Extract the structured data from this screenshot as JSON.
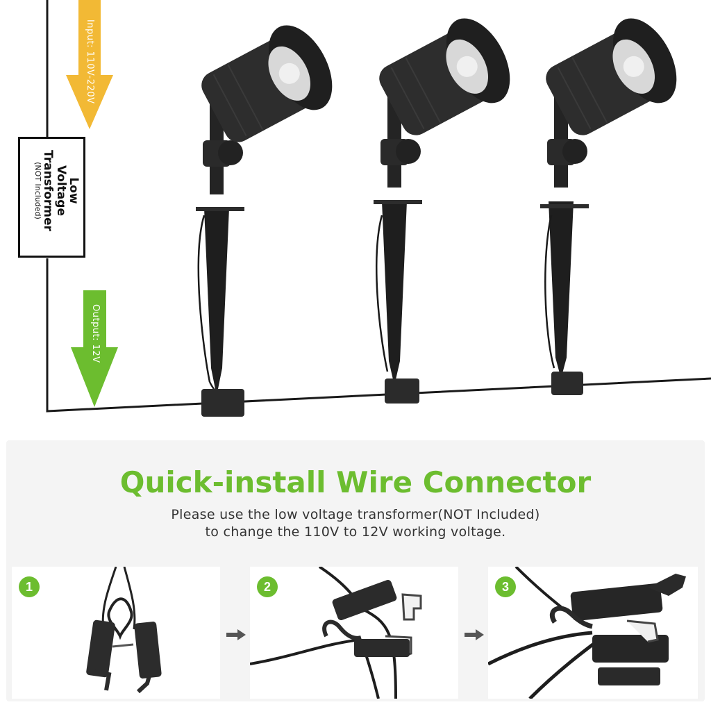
{
  "diagram": {
    "input_label": "Input: 110V-220V",
    "output_label": "Output: 12V",
    "transformer": {
      "line1": "Low Voltage",
      "line2": "Transformer",
      "note": "(NOT Included)"
    },
    "colors": {
      "input_arrow": "#f2b935",
      "output_arrow": "#6cbd2f",
      "wire": "#1a1a1a",
      "fixture": "#2a2a2a"
    }
  },
  "connector": {
    "headline": "Quick-install Wire Connector",
    "subline_1": "Please use the low voltage transformer(NOT Included)",
    "subline_2": "to change the 110V to 12V working voltage.",
    "steps": [
      {
        "number": "1"
      },
      {
        "number": "2"
      },
      {
        "number": "3"
      }
    ],
    "accent_color": "#6cbd2f"
  }
}
